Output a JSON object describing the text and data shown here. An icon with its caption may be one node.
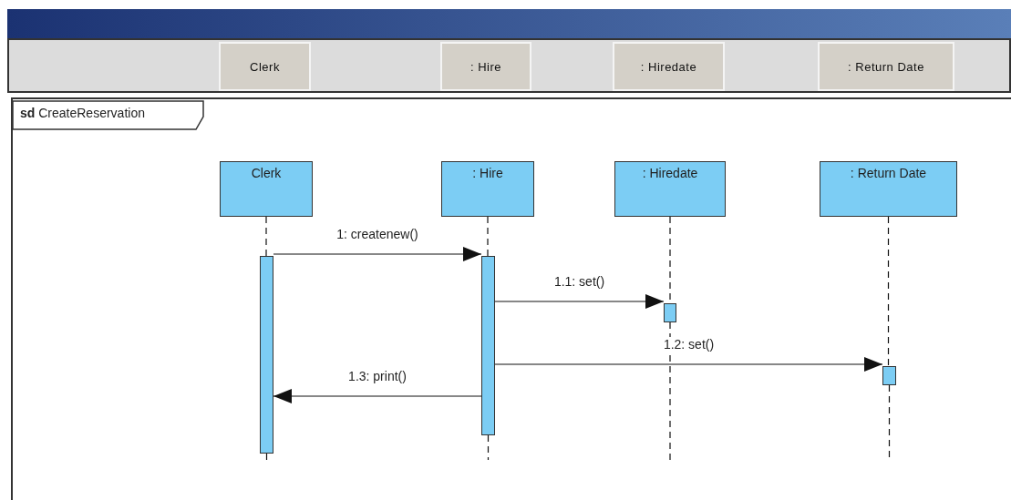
{
  "diagram": {
    "nodes": [
      {
        "text": [
          "**sd** CreateReservation"
        ]
      },
      {
        "text": [
          "Clerk"
        ],
        "in": 0
      },
      {
        "text": [
          ": Hire"
        ],
        "in": 0
      },
      {
        "text": [
          ": Hiredate"
        ],
        "in": 0
      },
      {
        "text": [
          ": Return Date"
        ],
        "in": 0
      },
      {
        "text": [],
        "shape": "bar",
        "in": 0
      },
      {
        "text": [],
        "shape": "bar",
        "in": 0
      },
      {
        "text": [],
        "shape": "bar",
        "in": 0
      },
      {
        "text": [],
        "shape": "bar",
        "in": 0
      }
    ],
    "edges": [
      {
        "from": 1,
        "to": 5,
        "arrow": "none",
        "style": "dashed"
      },
      {
        "from": 2,
        "to": 6,
        "arrow": "none",
        "style": "dashed"
      },
      {
        "from": 3,
        "to": 7,
        "arrow": "none",
        "style": "dashed"
      },
      {
        "from": 4,
        "to": 8,
        "arrow": "none",
        "style": "dashed"
      },
      {
        "from": 5,
        "to": 6,
        "arrow": "to",
        "label": "1: createnew()"
      },
      {
        "from": 6,
        "to": 7,
        "arrow": "to",
        "label": "1.1: set()"
      },
      {
        "from": 6,
        "to": 8,
        "arrow": "to",
        "label": "1.2: set()"
      },
      {
        "from": 6,
        "to": 5,
        "arrow": "to",
        "label": "1.3: print()"
      }
    ],
    "labels": [
      "Clerk",
      ": Hire",
      ": Hiredate",
      ": Return Date"
    ]
  }
}
